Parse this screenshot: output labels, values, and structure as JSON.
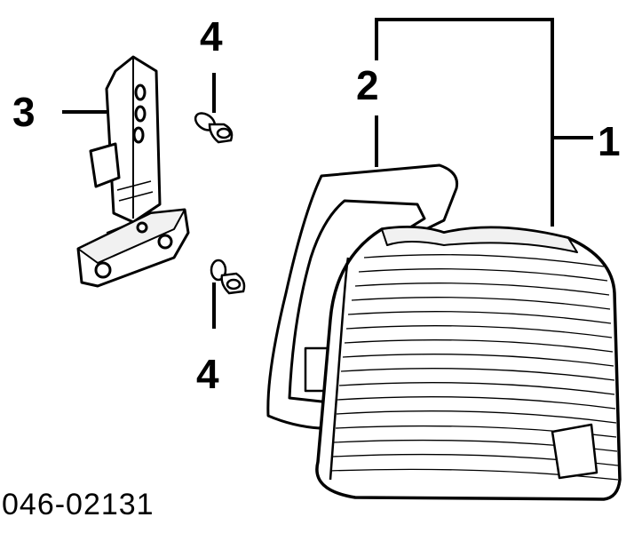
{
  "callouts": {
    "part1": "1",
    "part2": "2",
    "part3": "3",
    "part4_top": "4",
    "part4_bottom": "4"
  },
  "part_number": "046-02131",
  "colors": {
    "line": "#000000",
    "fill_light": "#e6e6e6",
    "background": "#ffffff"
  }
}
